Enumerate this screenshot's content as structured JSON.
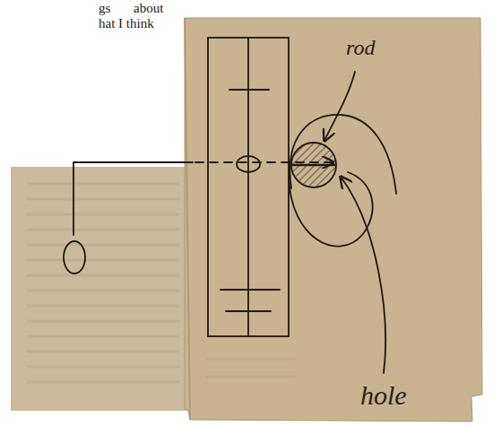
{
  "diagram": {
    "labels": [
      "gs about",
      "hat I think",
      "rod",
      "hole"
    ]
  }
}
